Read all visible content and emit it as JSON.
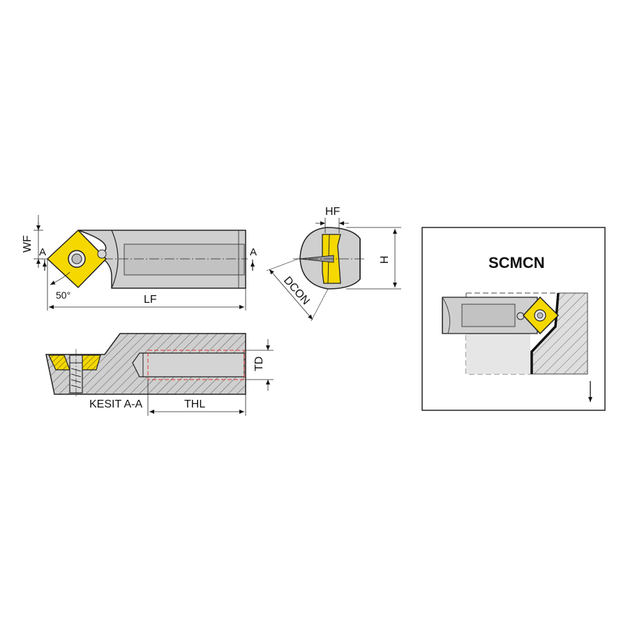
{
  "labels": {
    "wf": "WF",
    "a_left": "A",
    "a_right": "A",
    "angle": "50°",
    "lf": "LF",
    "hf": "HF",
    "h": "H",
    "dcon": "DCON",
    "td": "TD",
    "section": "KESIT A-A",
    "thl": "THL"
  },
  "detail": {
    "title": "SCMCN"
  },
  "colors": {
    "insert": "#f5d800",
    "body": "#cfcfcf",
    "body_dark": "#b3b3b3",
    "outline": "#222222",
    "hatch": "#555555",
    "thread": "#e0352b"
  }
}
